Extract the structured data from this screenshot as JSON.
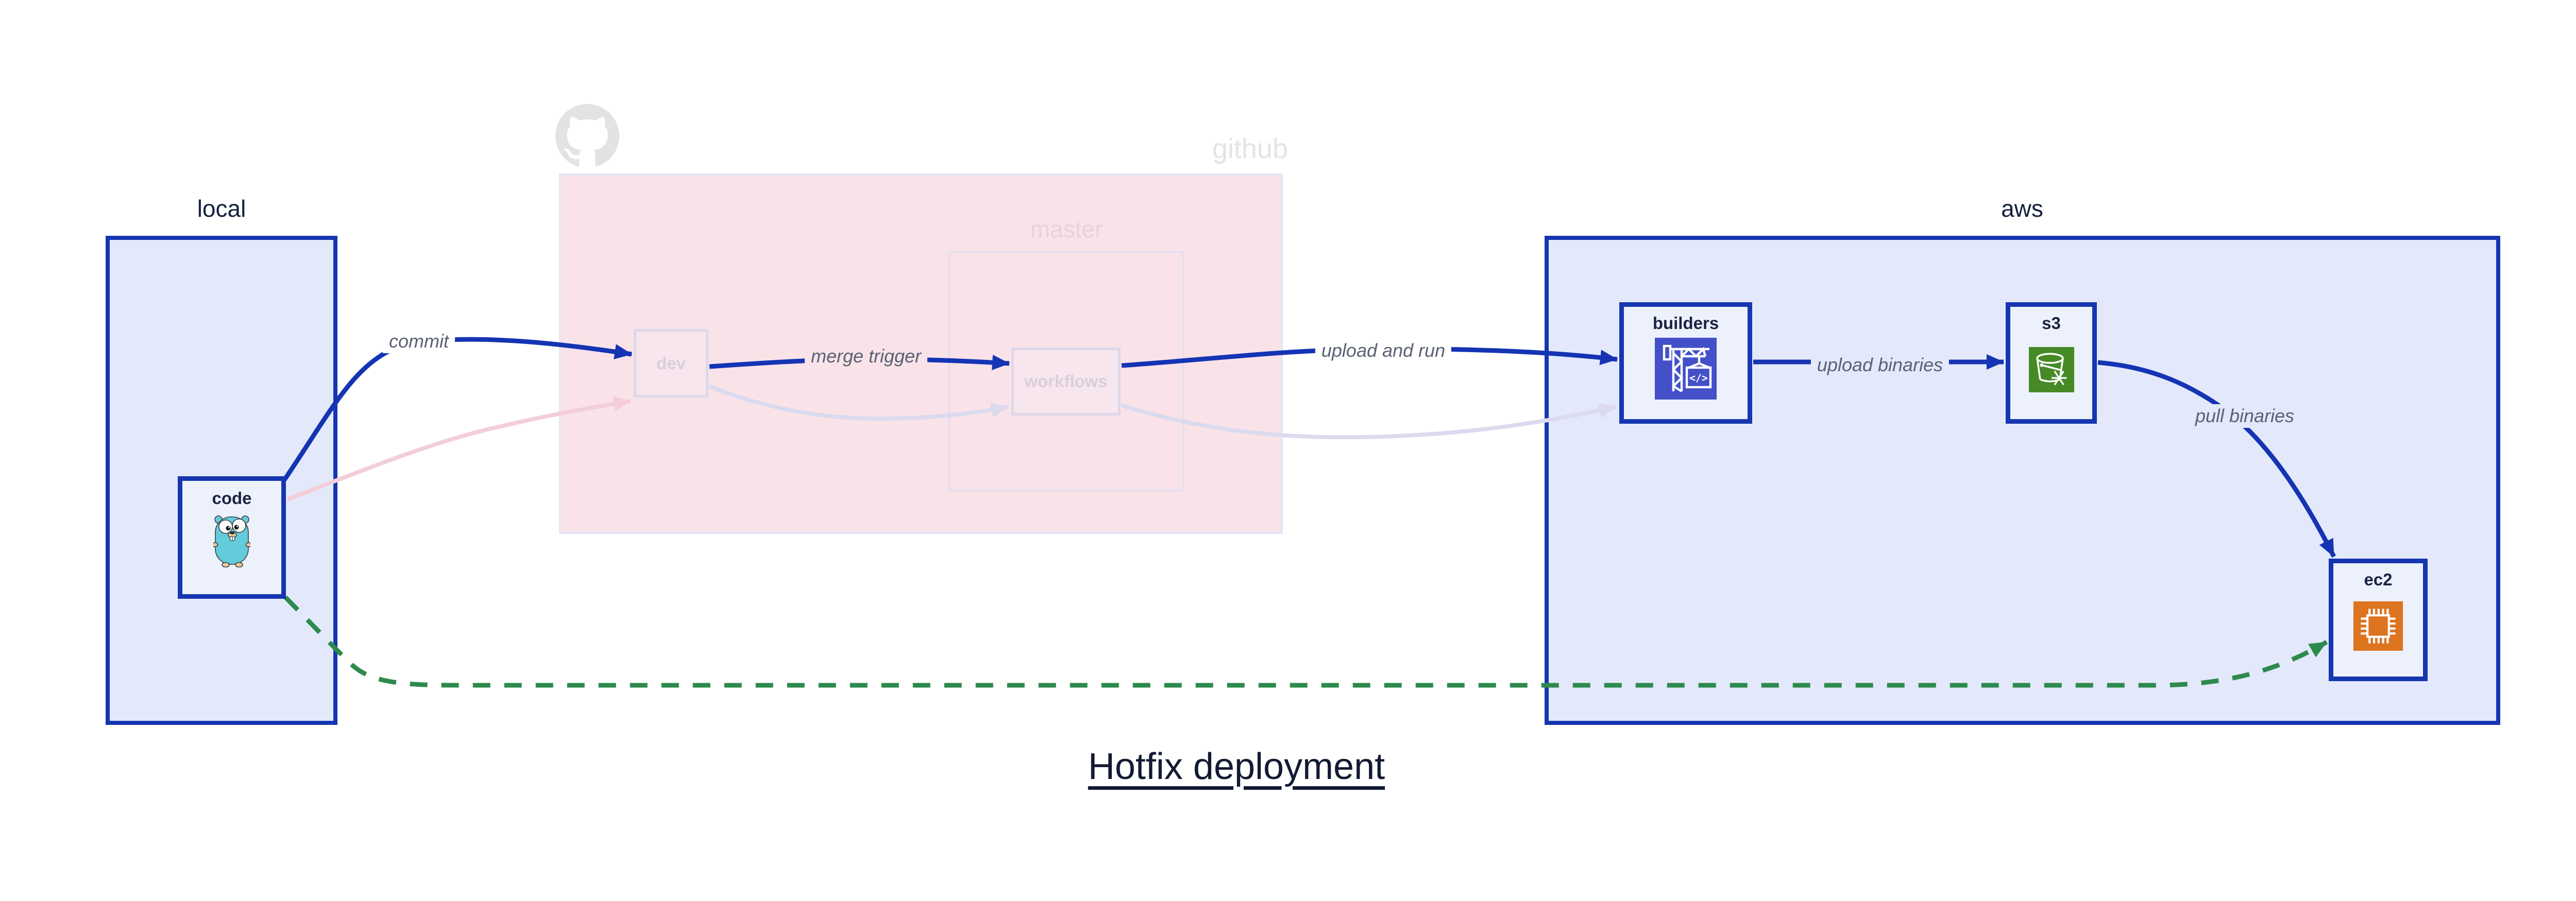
{
  "title": {
    "text": "Hotfix deployment"
  },
  "groups": {
    "local": {
      "label": "local"
    },
    "github": {
      "label": "github",
      "master": {
        "label": "master"
      }
    },
    "aws": {
      "label": "aws"
    }
  },
  "nodes": {
    "code": {
      "label": "code",
      "icon": "go-gopher-icon"
    },
    "dev": {
      "label": "dev"
    },
    "workflows": {
      "label": "workflows"
    },
    "builders": {
      "label": "builders",
      "icon": "codebuild-crane-icon",
      "icon_bg": "#4350c8"
    },
    "s3": {
      "label": "s3",
      "icon": "s3-glacier-bucket-icon",
      "icon_bg": "#468a26"
    },
    "ec2": {
      "label": "ec2",
      "icon": "ec2-chip-icon",
      "icon_bg": "#dd7420"
    }
  },
  "edges": {
    "commit": {
      "label": "commit",
      "style": "solid-blue"
    },
    "merge_trigger": {
      "label": "merge trigger",
      "style": "solid-blue"
    },
    "upload_and_run": {
      "label": "upload and run",
      "style": "solid-blue"
    },
    "upload_binaries": {
      "label": "upload binaries",
      "style": "solid-blue"
    },
    "pull_binaries": {
      "label": "pull binaries",
      "style": "solid-blue"
    },
    "hotfix_direct": {
      "label": "",
      "style": "dashed-green"
    }
  },
  "icons": [
    "github-logo-icon",
    "go-gopher-icon",
    "codebuild-crane-icon",
    "s3-glacier-bucket-icon",
    "ec2-chip-icon"
  ],
  "colors": {
    "edge_blue": "#1434b3",
    "edge_green": "#2d8a4e",
    "edge_faded_pink": "#f3ced9",
    "edge_faded_lavender": "#dbdaee",
    "group_border_blue": "#1636b0",
    "group_fill_lavender": "#e3e9fb",
    "node_fill": "#edf1fc",
    "github_fill_pink": "#f9e3e9",
    "faded_text": "#dbcedb",
    "edge_label_text": "#5b6173",
    "dark_text": "#15203e",
    "watermark_gray": "#e3e3e5"
  }
}
